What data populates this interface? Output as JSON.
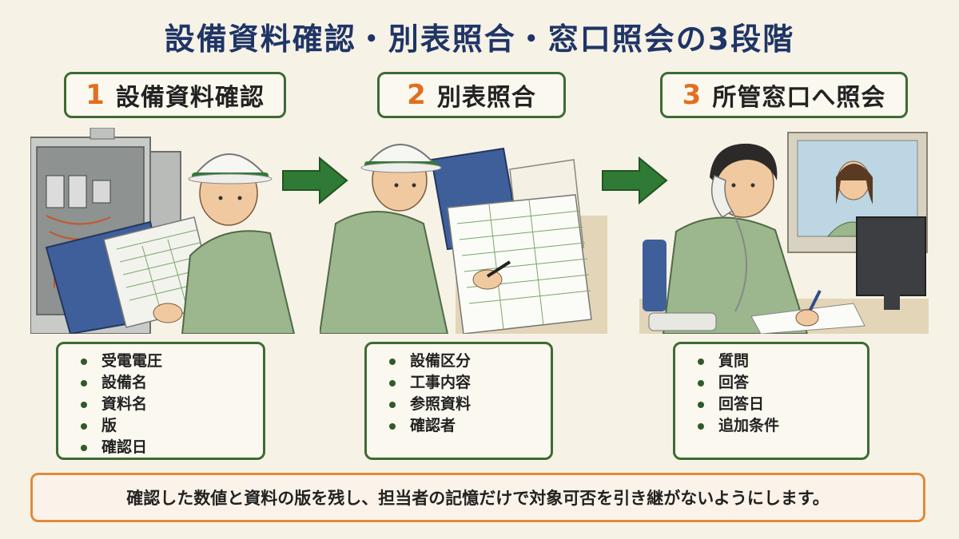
{
  "title": "設備資料確認・別表照合・窓口照会の3段階",
  "steps": [
    {
      "number": "1",
      "title": "設備資料確認",
      "items": [
        "受電電圧",
        "設備名",
        "資料名",
        "版",
        "確認日"
      ]
    },
    {
      "number": "2",
      "title": "別表照合",
      "items": [
        "設備区分",
        "工事内容",
        "参照資料",
        "確認者"
      ]
    },
    {
      "number": "3",
      "title": "所管窓口へ照会",
      "items": [
        "質問",
        "回答",
        "回答日",
        "追加条件"
      ]
    }
  ],
  "footer": "確認した数値と資料の版を残し、担当者の記憶だけで対象可否を引き継がないようにします。",
  "colors": {
    "title": "#1f3566",
    "step_number": "#e06f1f",
    "box_border": "#3d6b34",
    "arrow": "#2f7a35",
    "footer_border": "#e08a3c"
  }
}
